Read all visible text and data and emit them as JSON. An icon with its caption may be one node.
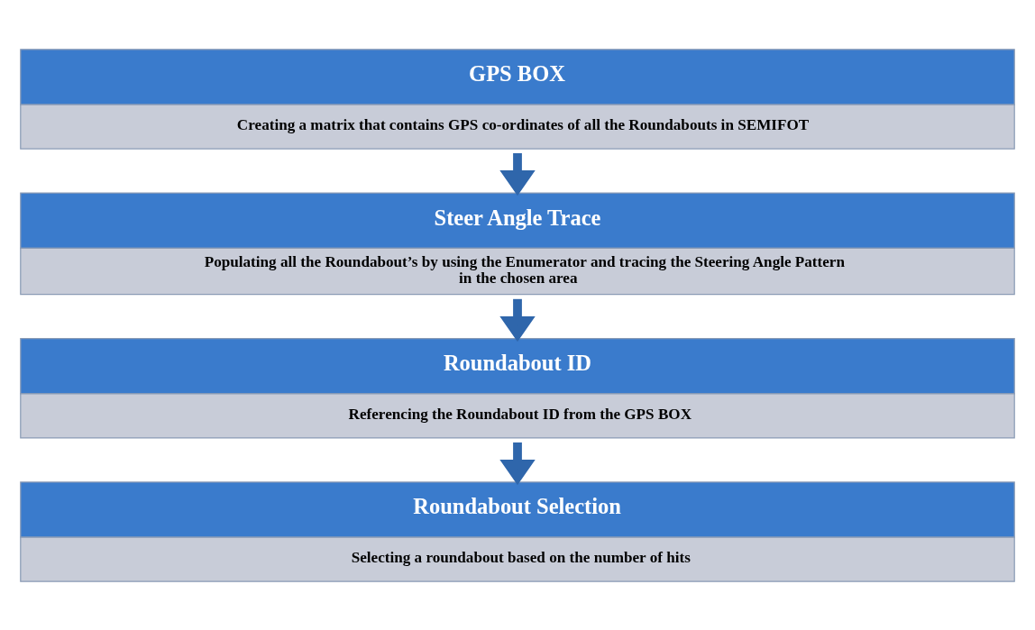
{
  "diagram": {
    "nodes": [
      {
        "text": [
          "GPS BOX",
          "Creating a matrix that contains GPS co-ordinates of all the Roundabouts in SEMIFOT"
        ]
      },
      {
        "text": [
          "Steer Angle Trace",
          "Populating all the Roundabout’s by using the Enumerator and tracing the Steering Angle Pattern in the chosen area"
        ]
      },
      {
        "text": [
          "Roundabout ID",
          "Referencing the Roundabout ID from the GPS BOX"
        ]
      },
      {
        "text": [
          "Roundabout Selection",
          "Selecting a roundabout based on the number of hits"
        ]
      }
    ],
    "edges": [
      {
        "from": 0,
        "to": 1,
        "arrow": "to"
      },
      {
        "from": 1,
        "to": 2,
        "arrow": "to"
      },
      {
        "from": 2,
        "to": 3,
        "arrow": "to"
      }
    ]
  }
}
